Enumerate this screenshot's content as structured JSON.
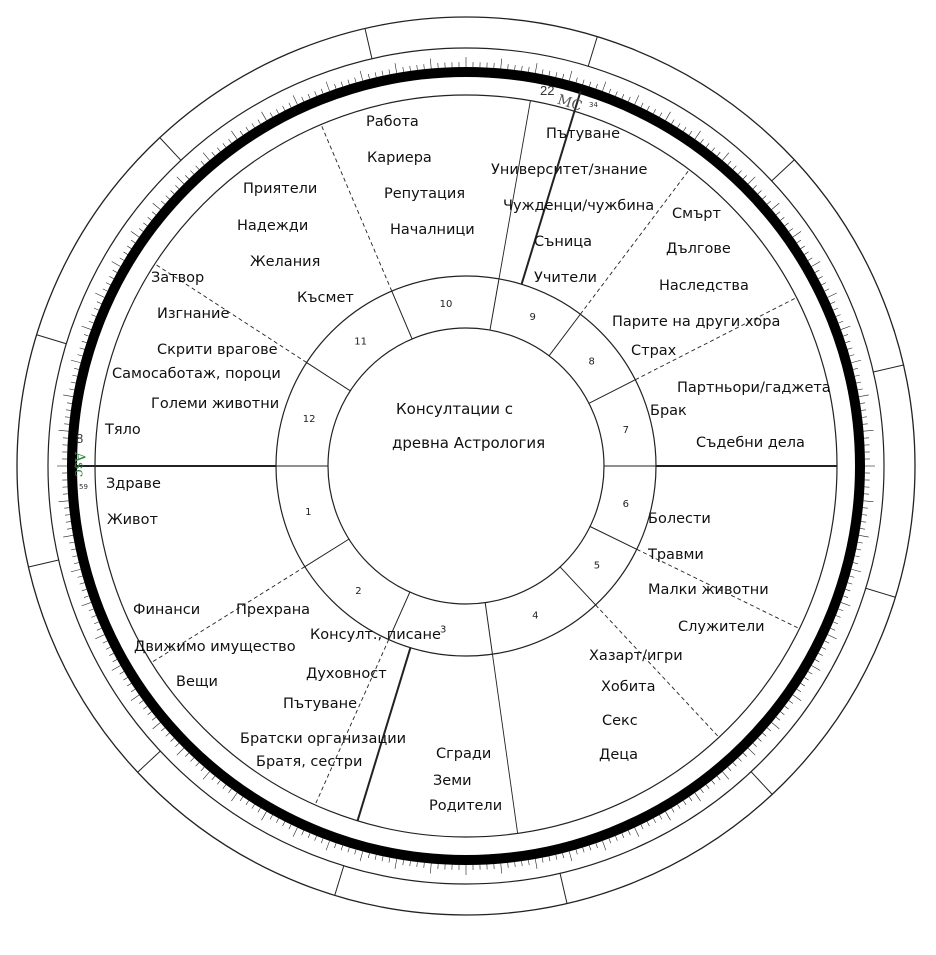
{
  "center": {
    "line1": "Консултации с",
    "line2": "древна Астрология"
  },
  "angles": {
    "asc_label": "Asc",
    "asc_degree": "8",
    "asc_minutes": "59",
    "mc_label": "MC",
    "mc_degree": "22",
    "mc_minutes": "34"
  },
  "house_numbers": [
    "1",
    "2",
    "3",
    "4",
    "5",
    "6",
    "7",
    "8",
    "9",
    "10",
    "11",
    "12"
  ],
  "houses": {
    "h1": [
      "Тяло",
      "Здраве",
      "Живот"
    ],
    "h2": [
      "Финанси",
      "Прехрана",
      "Движимо имущество",
      "Вещи"
    ],
    "h3": [
      "Консулт., писане",
      "Духовност",
      "Пътуване",
      "Братски организации",
      "Братя, сестри"
    ],
    "h4": [
      "Сгради",
      "Земи",
      "Родители"
    ],
    "h5": [
      "Хазарт/игри",
      "Хобита",
      "Секс",
      "Деца"
    ],
    "h6": [
      "Болести",
      "Травми",
      "Малки животни",
      "Служители"
    ],
    "h7": [
      "Партньори/гаджета",
      "Брак",
      "Съдебни дела"
    ],
    "h8": [
      "Смърт",
      "Дългове",
      "Наследства",
      "Парите на други хора",
      "Страх"
    ],
    "h9": [
      "Пътуване",
      "Университет/знание",
      "Чужденци/чужбина",
      "Съница",
      "Учители"
    ],
    "h10": [
      "Работа",
      "Кариера",
      "Репутация",
      "Началници"
    ],
    "h11": [
      "Приятели",
      "Надежди",
      "Желания",
      "Късмет"
    ],
    "h12": [
      "Затвор",
      "Изгнание",
      "Скрити врагове",
      "Самосаботаж, пороци",
      "Големи животни"
    ]
  }
}
